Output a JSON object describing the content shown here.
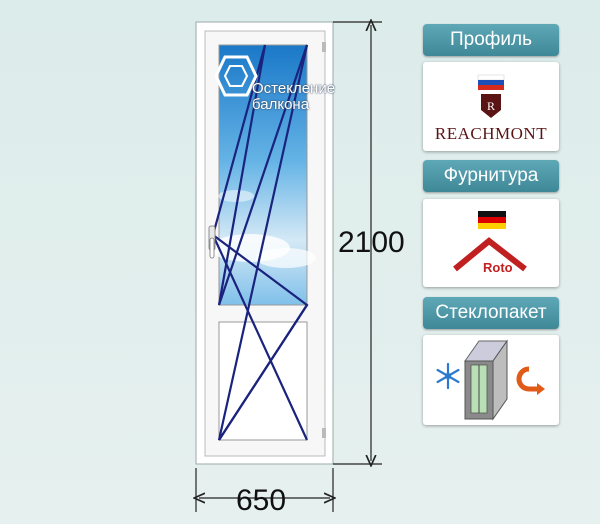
{
  "product": {
    "watermark_line1": "Остекление",
    "watermark_line2": "балкона"
  },
  "dimensions": {
    "height": "2100",
    "width": "650"
  },
  "panels": {
    "profile": {
      "header": "Профиль",
      "brand": "REACHMONT",
      "flag": "russia-flag-icon"
    },
    "hardware": {
      "header": "Фурнитура",
      "brand": "Roto",
      "flag": "germany-flag-icon"
    },
    "glass": {
      "header": "Стеклопакет",
      "icons": [
        "snowflake-icon",
        "glass-unit-icon",
        "heat-arrow-icon"
      ]
    }
  },
  "colors": {
    "header_bg": "#4a96a6",
    "sash_lines": "#1a237e",
    "frame": "#ffffff"
  }
}
